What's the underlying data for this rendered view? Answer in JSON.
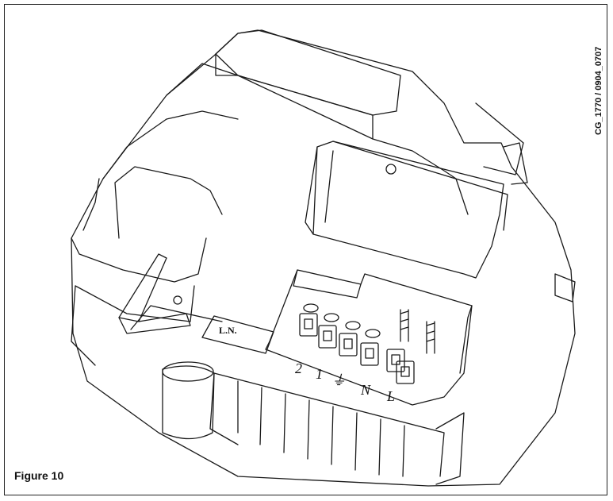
{
  "figure": {
    "caption": "Figure 10",
    "drawing_code": "CG_1770 / 0904_0707"
  },
  "terminal_block": {
    "label": "L.N.",
    "markings": [
      "2",
      "1",
      "⏚",
      "N",
      "L"
    ]
  }
}
